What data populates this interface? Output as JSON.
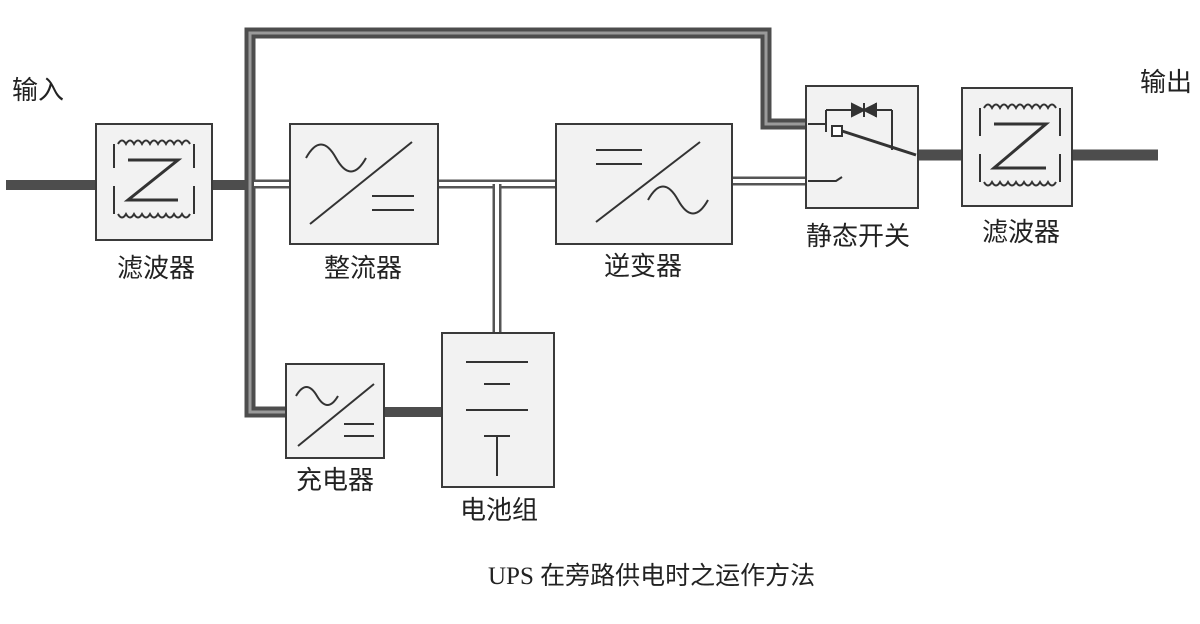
{
  "labels": {
    "input": "输入",
    "output": "输出",
    "input_filter": "滤波器",
    "rectifier": "整流器",
    "inverter": "逆变器",
    "static_switch": "静态开关",
    "output_filter": "滤波器",
    "charger": "充电器",
    "battery": "电池组"
  },
  "caption": "UPS 在旁路供电时之运作方法",
  "colors": {
    "box_fill": "#f2f2f2",
    "line_dark": "#4d4d4d",
    "line_light": "#bdbdbd",
    "stroke": "#3a3a3a"
  }
}
